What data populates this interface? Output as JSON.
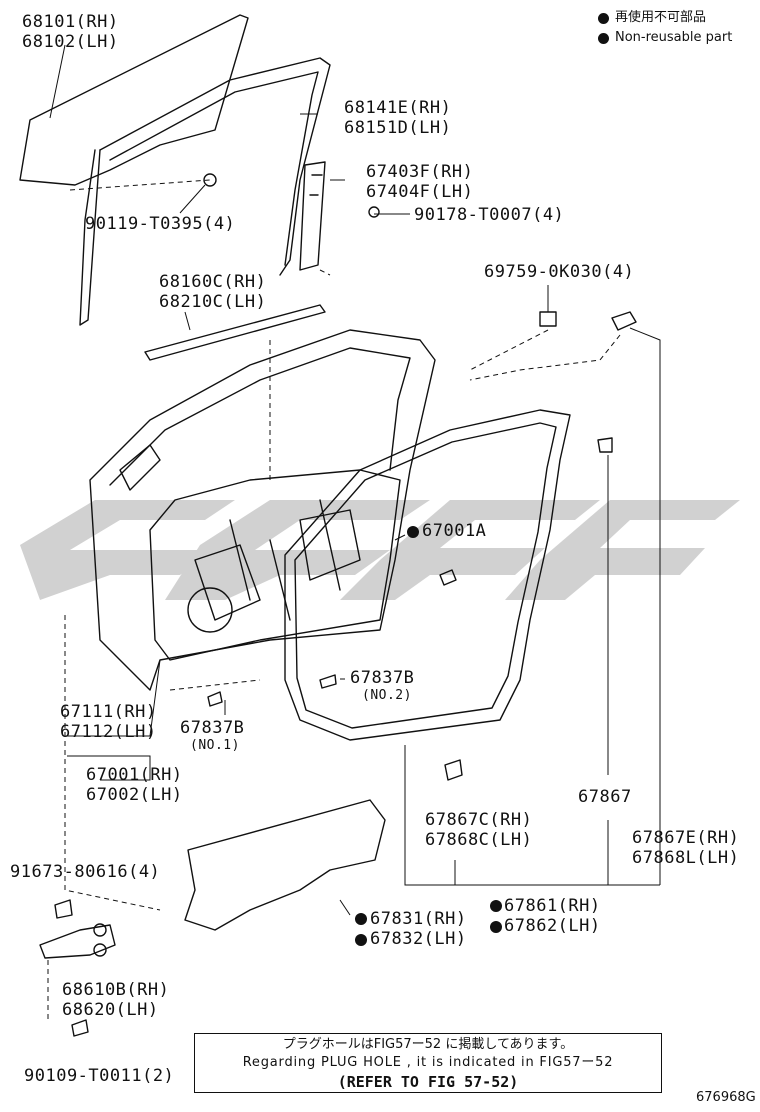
{
  "legend": {
    "jp": "再使用不可部品",
    "en": "Non-reusable part"
  },
  "parts": {
    "p68101": [
      "68101(RH)",
      "68102(LH)"
    ],
    "p68141": [
      "68141E(RH)",
      "68151D(LH)"
    ],
    "p67403": [
      "67403F(RH)",
      "67404F(LH)"
    ],
    "p90178": "90178-T0007(4)",
    "p90119": "90119-T0395(4)",
    "p69759": "69759-0K030(4)",
    "p68160": [
      "68160C(RH)",
      "68210C(LH)"
    ],
    "p67001A": "67001A",
    "p67837B_2": "67837B",
    "p67837B_2_sub": "(NO.2)",
    "p67837B_1": "67837B",
    "p67837B_1_sub": "(NO.1)",
    "p67111": [
      "67111(RH)",
      "67112(LH)"
    ],
    "p67001": [
      "67001(RH)",
      "67002(LH)"
    ],
    "p67867": "67867",
    "p67867C": [
      "67867C(RH)",
      "67868C(LH)"
    ],
    "p67867E": [
      "67867E(RH)",
      "67868L(LH)"
    ],
    "p91673": "91673-80616(4)",
    "p67831": [
      "67831(RH)",
      "67832(LH)"
    ],
    "p67861": [
      "67861(RH)",
      "67862(LH)"
    ],
    "p68610": [
      "68610B(RH)",
      "68620(LH)"
    ],
    "p90109": "90109-T0011(2)"
  },
  "note": {
    "jp": "プラグホールはFIG57ー52 に掲載してあります。",
    "en": "Regarding PLUG HOLE , it is indicated in FIG57ー52",
    "refer": "(REFER TO FIG 57-52)"
  },
  "figure_id": "676968G"
}
